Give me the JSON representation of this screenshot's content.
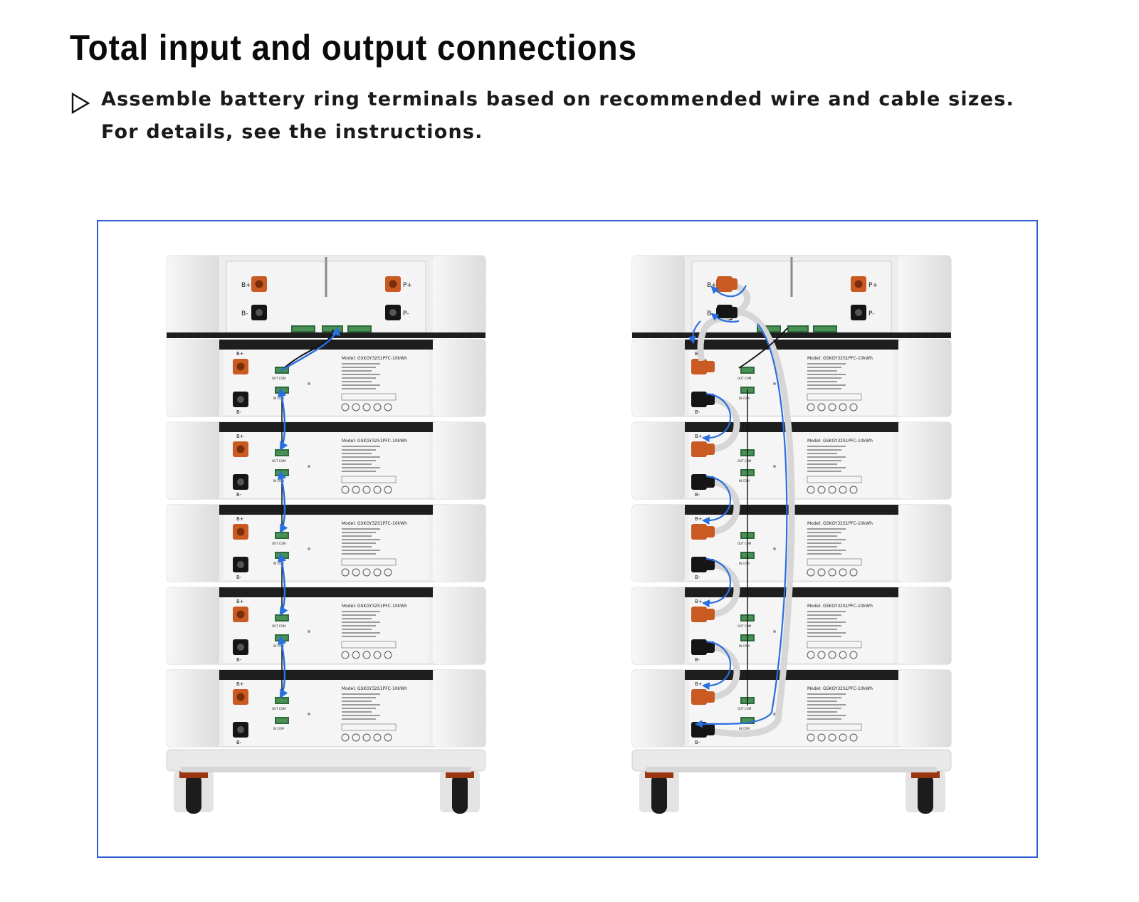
{
  "title": "Total input and output connections",
  "bullet_icon": "triangle-outline-icon",
  "instructions": {
    "line1": "Assemble battery ring terminals based on recommended wire and cable sizes.",
    "line2": "For details, see the instructions."
  },
  "colors": {
    "frame": "#2f5fd3",
    "cable_blue": "#2a6fe0",
    "terminal_orange": "#c95a22",
    "cabinet": "#ececec",
    "dark_band": "#1e1e1e"
  },
  "cabinet": {
    "bplus": "B+",
    "bminus": "B-",
    "pplus": "P+",
    "pminus": "P-",
    "model": "Model:  GSKGY32S1PFC-10kWh",
    "port_out": "OUT COM",
    "port_in": "IN COM",
    "module_count": 5
  }
}
